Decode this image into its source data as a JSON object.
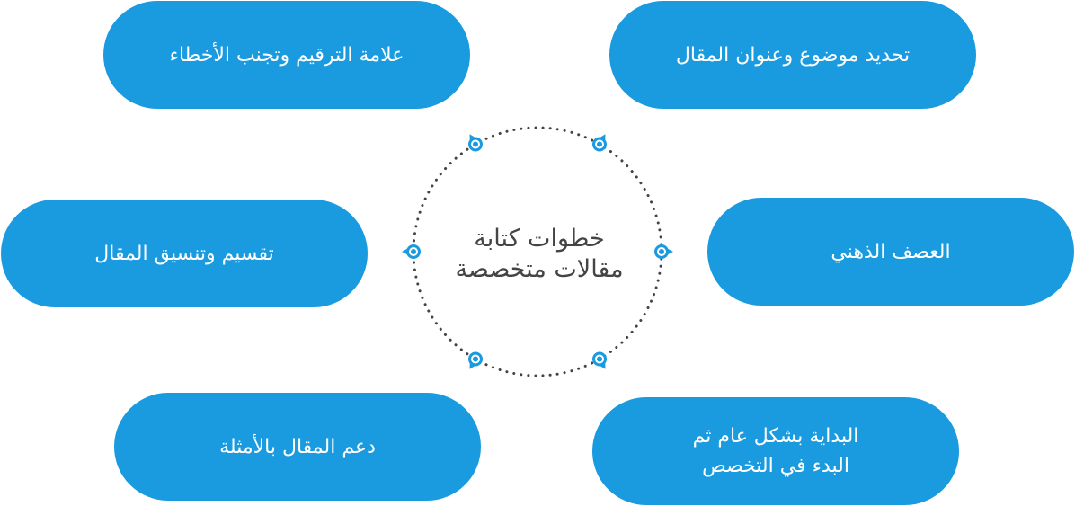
{
  "center": {
    "title": "خطوات كتابة\nمقالات متخصصة"
  },
  "steps": [
    {
      "label": "تحديد موضوع وعنوان المقال"
    },
    {
      "label": "علامة الترقيم وتجنب الأخطاء"
    },
    {
      "label": "العصف الذهني"
    },
    {
      "label": "تقسيم وتنسيق المقال"
    },
    {
      "label": "البداية بشكل عام ثم\nالبدء في التخصص"
    },
    {
      "label": "دعم المقال بالأمثلة"
    }
  ],
  "colors": {
    "pill": "#1a9be0",
    "pill_text": "#ffffff",
    "center_text": "#444444",
    "dots": "#444444",
    "marker": "#1a9be0"
  }
}
